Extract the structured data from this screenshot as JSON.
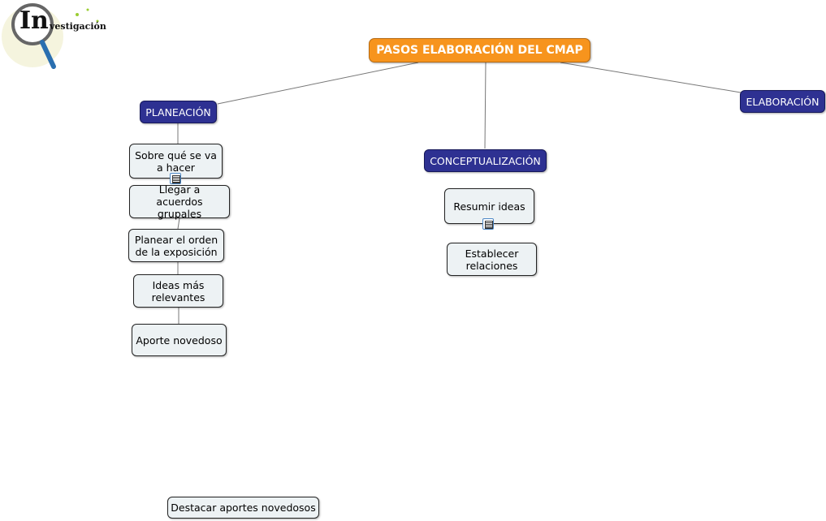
{
  "logo": {
    "big": "In",
    "rest": "vestigación"
  },
  "root": "PASOS ELABORACIÓN DEL CMAP",
  "branches": [
    "PLANEACIÓN",
    "CONCEPTUALIZACIÓN",
    "ELABORACIÓN"
  ],
  "planeacion_items": [
    "Sobre qué se va a hacer",
    "Llegar a acuerdos grupales",
    "Planear el orden de la exposición",
    "Ideas más relevantes",
    "Aporte novedoso"
  ],
  "conceptualizacion_items": [
    "Resumir ideas",
    "Establecer relaciones"
  ],
  "orphan": "Destacar aportes novedosos",
  "colors": {
    "root": "#f7941d",
    "branch": "#2e3192",
    "leaf": "#edf2f4"
  },
  "icons": [
    "resource-icon",
    "magnifier-icon"
  ]
}
